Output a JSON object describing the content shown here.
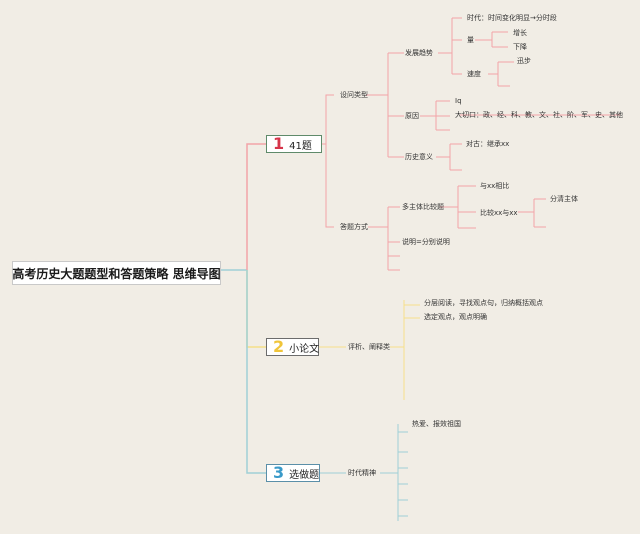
{
  "root": {
    "title": "高考历史大题题型和答题策略 思维导图"
  },
  "branches": [
    {
      "number": "1",
      "label": "41题",
      "color": "#d6354a"
    },
    {
      "number": "2",
      "label": "小论文",
      "color": "#f0c53a"
    },
    {
      "number": "3",
      "label": "选做题",
      "color": "#3a9ac9"
    }
  ],
  "q41": {
    "set_question_types": "设问类型",
    "trend": "发展趋势",
    "era": "时代：时间变化明显→分时段",
    "quantity": "量",
    "increase": "增长",
    "decrease": "下降",
    "speed": "速度",
    "quick": "迅步",
    "cause": "原因",
    "cause_1": "Iq",
    "cause_2": "大切口：政、经、科、教、文、社、阶、军、史、其他",
    "historical_significance": "历史意义",
    "to_ancient": "对古：继承xx",
    "answer_method": "答题方式",
    "multi_subject": "多主体比较题",
    "compare_xx": "与xx相比",
    "compare_xx_yy": "比较xx与xx",
    "separate_subjects": "分清主体",
    "explain": "说明=分别说明"
  },
  "essay": {
    "evaluate": "评析、阐释类",
    "step_1": "分层阅读，寻找观点句，归纳概括观点",
    "step_2": "选定观点，观点明确"
  },
  "elective": {
    "spirit_of_times": "时代精神",
    "patriotism": "热爱、报效祖国"
  },
  "colors": {
    "branch1": "#f2a3a8",
    "branch2": "#f6e08a",
    "branch3": "#9fd0d6"
  }
}
